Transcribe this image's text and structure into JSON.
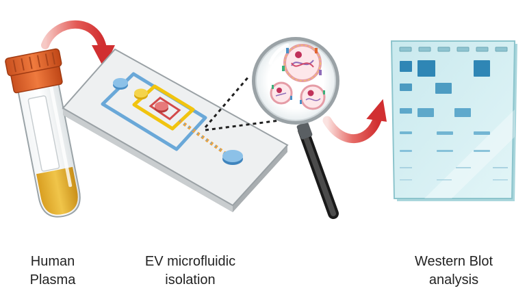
{
  "labels": {
    "plasma": [
      "Human",
      "Plasma"
    ],
    "isolation": [
      "EV microfluidic",
      "isolation"
    ],
    "western": [
      "Western Blot",
      "analysis"
    ]
  },
  "icons": {
    "tube": "blood-tube-icon",
    "chip": "microfluidic-chip-icon",
    "magnifier": "magnifying-glass-icon",
    "blot": "western-blot-membrane-icon",
    "arrows": "curved-arrow-icon"
  },
  "colors": {
    "arrow_red": "#d9393b",
    "tube_cap": "#e2652f",
    "plasma_yellow": "#e7b53a",
    "chip_blue": "#6aa8d8",
    "chip_yellow": "#f1c40f",
    "chip_red": "#d24a4a",
    "blot_bg": "#d3eef1",
    "band_blue": "#2f86b5",
    "magnifier_handle": "#2b2b2b"
  }
}
